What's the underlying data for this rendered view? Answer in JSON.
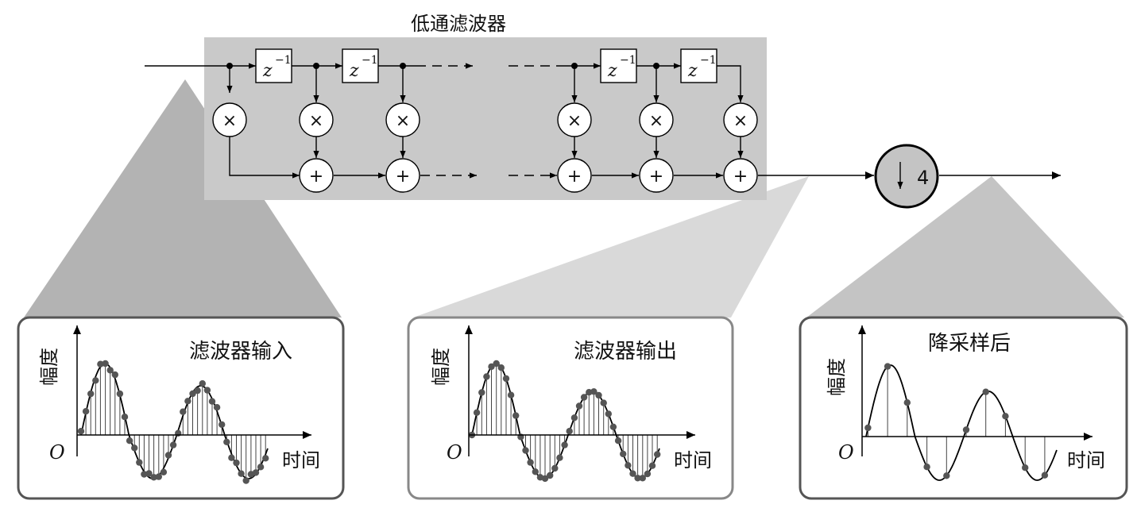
{
  "filter": {
    "title": "低通滤波器",
    "delay_label_base": "z",
    "delay_label_exp": "−1",
    "multiply_symbol": "×",
    "add_symbol": "+"
  },
  "downsampler": {
    "arrow_symbol": "↓",
    "factor": "4"
  },
  "panels": [
    {
      "title": "滤波器输入",
      "ylabel": "幅度",
      "xlabel": "时间",
      "origin": "O"
    },
    {
      "title": "滤波器输出",
      "ylabel": "幅度",
      "xlabel": "时间",
      "origin": "O"
    },
    {
      "title": "降采样后",
      "ylabel": "幅度",
      "xlabel": "时间",
      "origin": "O"
    }
  ],
  "colors": {
    "filter_box": "#c9c9c9",
    "funnel_dark": "#b3b3b3",
    "funnel_light": "#d9d9d9",
    "panel_border": "#555555",
    "sample_dot": "#555555"
  }
}
